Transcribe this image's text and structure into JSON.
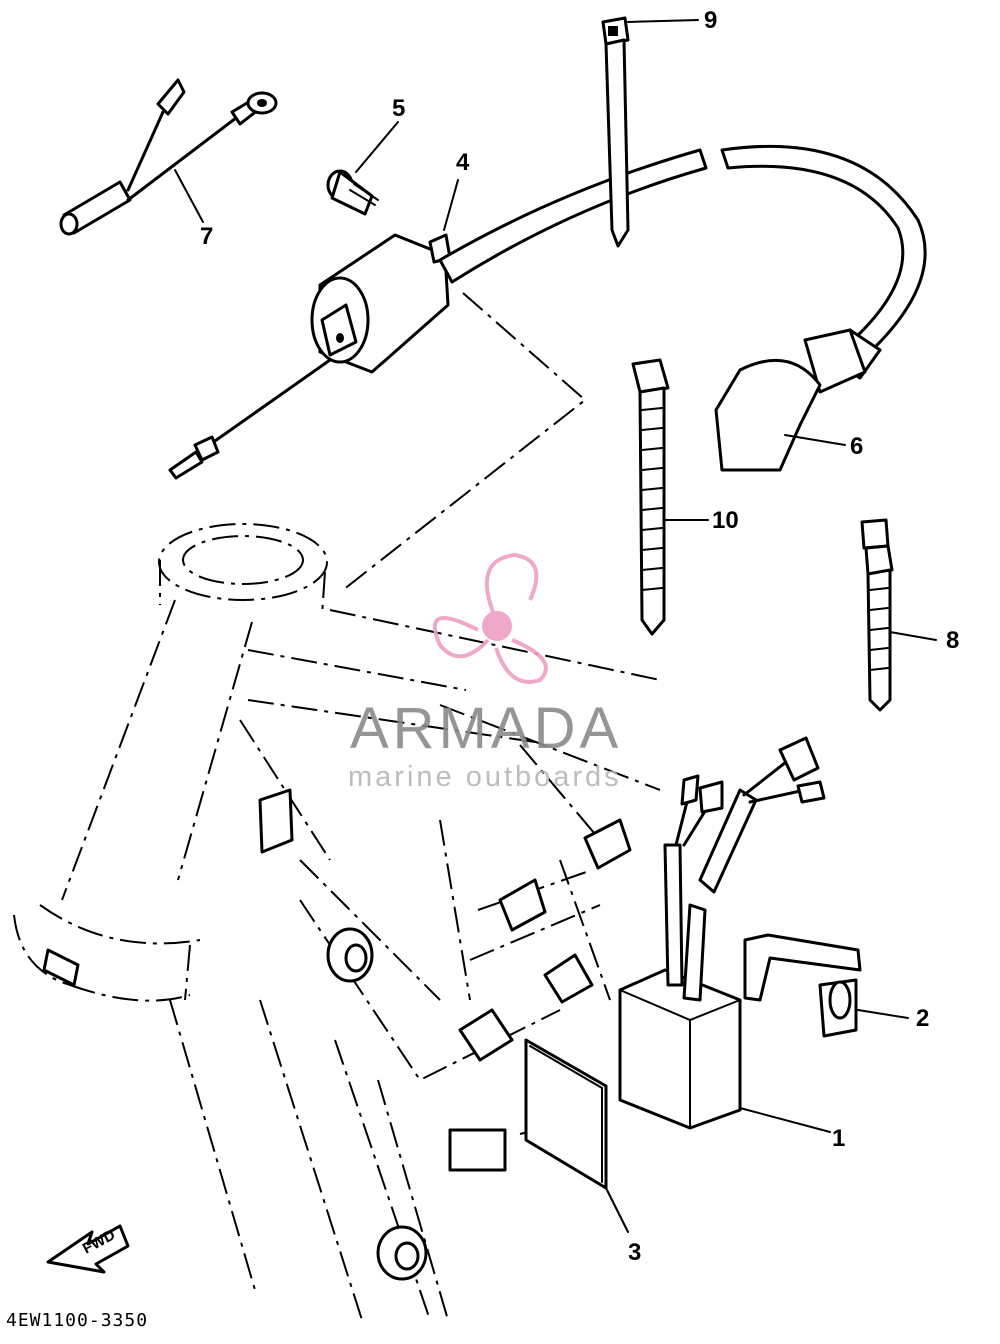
{
  "diagram": {
    "part_labels": {
      "p1": "1",
      "p2": "2",
      "p3": "3",
      "p4": "4",
      "p5": "5",
      "p6": "6",
      "p7": "7",
      "p8": "8",
      "p9": "9",
      "p10": "10"
    },
    "fwd_label": "FWD",
    "drawing_code": "4EW1100-3350"
  },
  "watermark": {
    "title": "ARMADA",
    "subtitle": "marine outboards",
    "color": "#ef9fc4"
  }
}
